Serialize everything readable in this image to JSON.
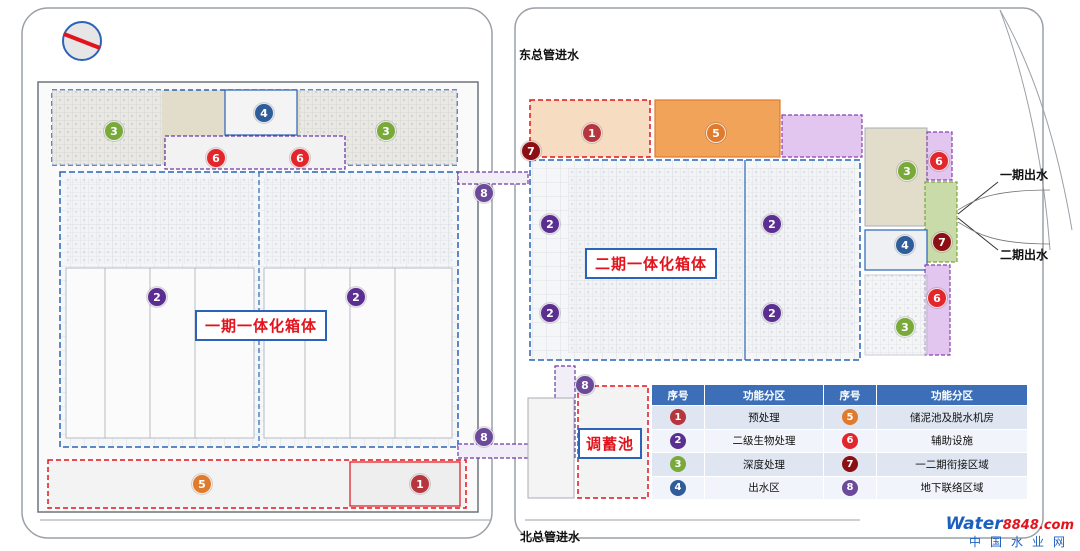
{
  "labels": {
    "east_inlet": "东总管进水",
    "north_inlet": "北总管进水",
    "phase1_outlet": "一期出水",
    "phase2_outlet": "二期出水",
    "phase1_box": "一期一体化箱体",
    "phase2_box": "二期一体化箱体",
    "storage_tank": "调蓄池"
  },
  "legend": {
    "headers": [
      "序号",
      "功能分区",
      "序号",
      "功能分区"
    ],
    "rows": [
      {
        "left_no": "1",
        "left_name": "预处理",
        "right_no": "5",
        "right_name": "储泥池及脱水机房"
      },
      {
        "left_no": "2",
        "left_name": "二级生物处理",
        "right_no": "6",
        "right_name": "辅助设施"
      },
      {
        "left_no": "3",
        "left_name": "深度处理",
        "right_no": "7",
        "right_name": "一二期衔接区域"
      },
      {
        "left_no": "4",
        "left_name": "出水区",
        "right_no": "8",
        "right_name": "地下联络区域"
      }
    ]
  },
  "zone_colors": {
    "1": "#b5363d",
    "2": "#5b2f91",
    "3": "#7aa93b",
    "4": "#2f5d9a",
    "5": "#e07a2c",
    "6": "#e3262b",
    "7": "#8c1013",
    "8": "#6b4a9a"
  },
  "markers": [
    {
      "no": "3",
      "zone": "3"
    },
    {
      "no": "4",
      "zone": "4"
    },
    {
      "no": "3",
      "zone": "3"
    },
    {
      "no": "6",
      "zone": "6"
    },
    {
      "no": "6",
      "zone": "6"
    },
    {
      "no": "2",
      "zone": "2"
    },
    {
      "no": "2",
      "zone": "2"
    },
    {
      "no": "8",
      "zone": "8"
    },
    {
      "no": "8",
      "zone": "8"
    },
    {
      "no": "5",
      "zone": "5"
    },
    {
      "no": "1",
      "zone": "1"
    },
    {
      "no": "7",
      "zone": "7"
    },
    {
      "no": "1",
      "zone": "1"
    },
    {
      "no": "5",
      "zone": "5"
    },
    {
      "no": "2",
      "zone": "2"
    },
    {
      "no": "2",
      "zone": "2"
    },
    {
      "no": "2",
      "zone": "2"
    },
    {
      "no": "2",
      "zone": "2"
    },
    {
      "no": "3",
      "zone": "3"
    },
    {
      "no": "6",
      "zone": "6"
    },
    {
      "no": "4",
      "zone": "4"
    },
    {
      "no": "7",
      "zone": "7"
    },
    {
      "no": "6",
      "zone": "6"
    },
    {
      "no": "3",
      "zone": "3"
    },
    {
      "no": "8",
      "zone": "8"
    }
  ],
  "watermark": {
    "brand": "Water",
    "number": "8848",
    "suffix": ".com",
    "subtitle": "中国水业网"
  }
}
